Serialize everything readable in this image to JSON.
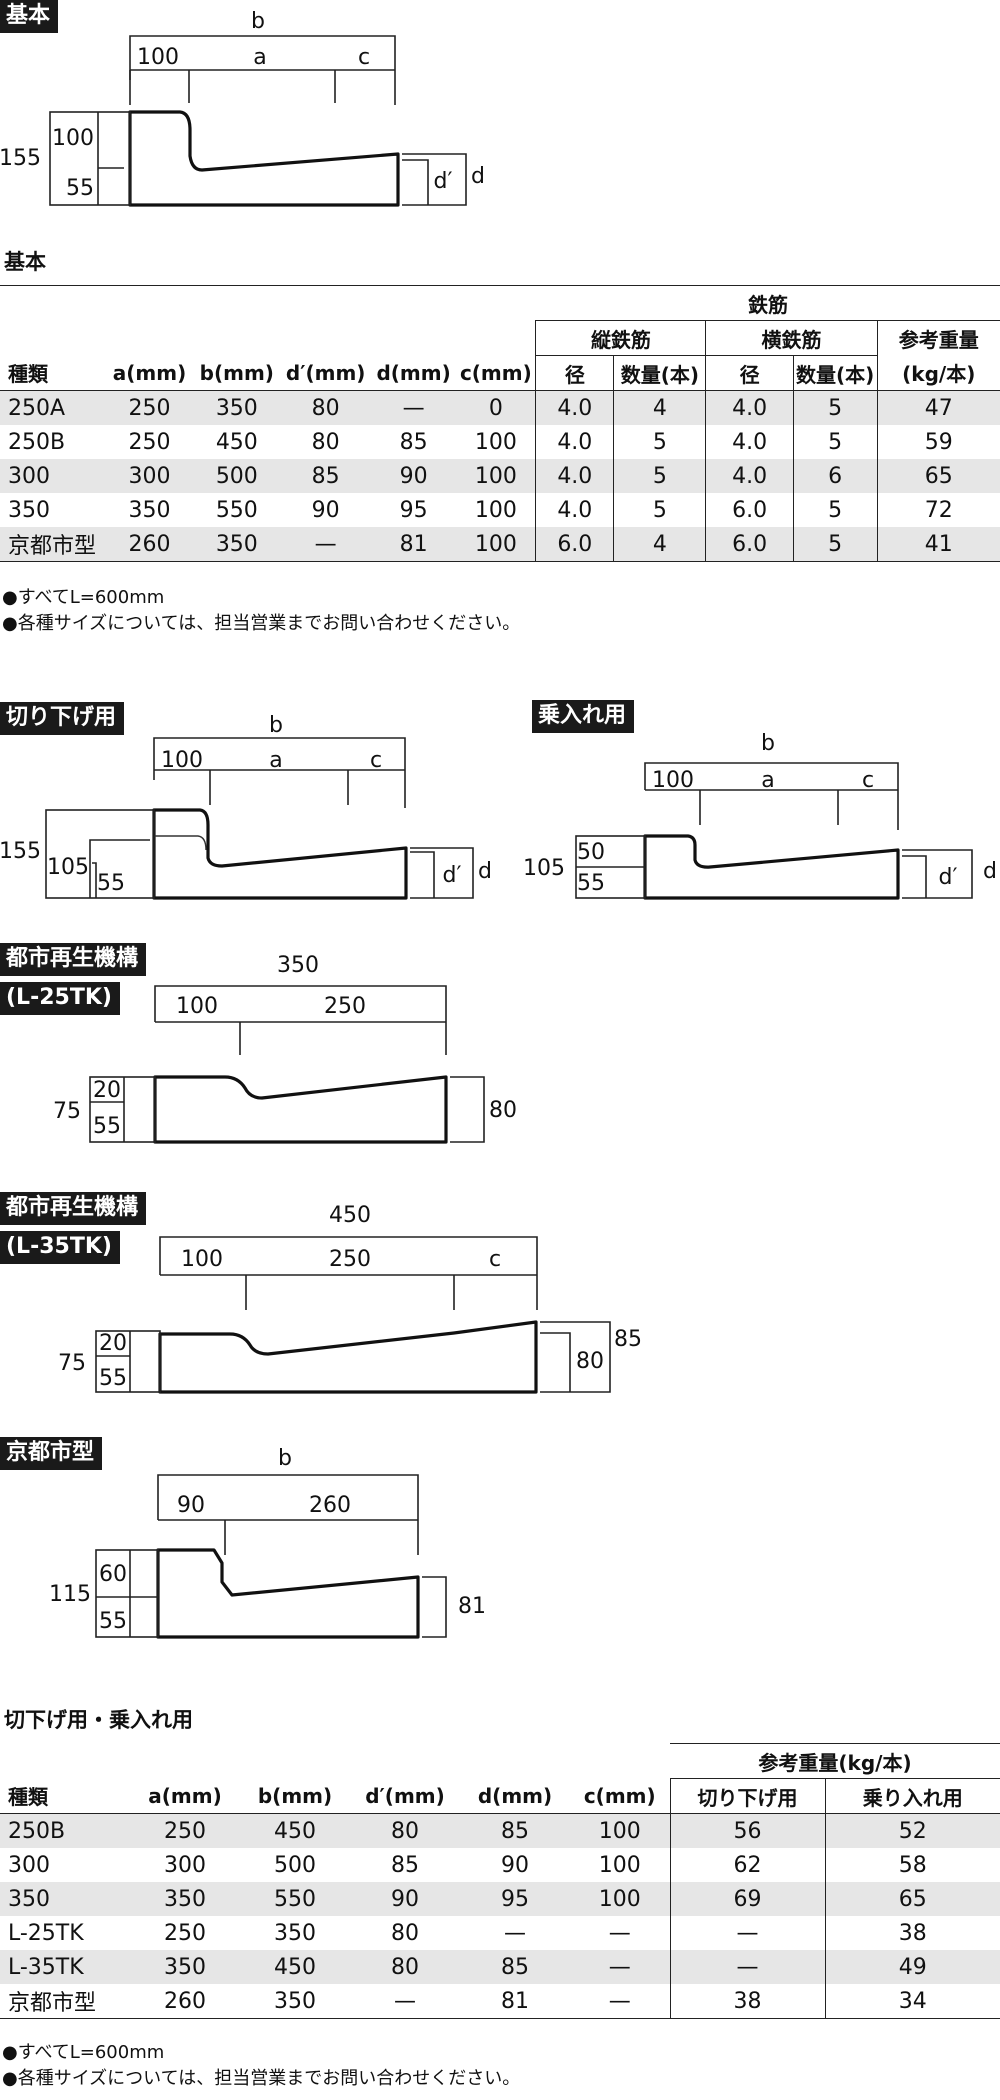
{
  "figures": {
    "kihon": {
      "tag": "基本",
      "b": "b",
      "w100": "100",
      "a": "a",
      "c": "c",
      "h155": "155",
      "h100": "100",
      "h55": "55",
      "dp": "d′",
      "d": "d"
    },
    "kirisage": {
      "tag": "切り下げ用",
      "b": "b",
      "w100": "100",
      "a": "a",
      "c": "c",
      "h155": "155",
      "h105": "105",
      "h55": "55",
      "dp": "d′",
      "d": "d"
    },
    "noriire": {
      "tag": "乗入れ用",
      "b": "b",
      "w100": "100",
      "a": "a",
      "c": "c",
      "h105": "105",
      "h50": "50",
      "h55": "55",
      "dp": "d′",
      "d": "d"
    },
    "l25": {
      "tag1": "都市再生機構",
      "tag2": "(L-25TK)",
      "w350": "350",
      "w100": "100",
      "w250": "250",
      "h75": "75",
      "h20": "20",
      "h55": "55",
      "h80": "80"
    },
    "l35": {
      "tag1": "都市再生機構",
      "tag2": "(L-35TK)",
      "w450": "450",
      "w100": "100",
      "w250": "250",
      "c": "c",
      "h75": "75",
      "h20": "20",
      "h55": "55",
      "h80": "80",
      "h85": "85"
    },
    "kyoto": {
      "tag": "京都市型",
      "b": "b",
      "w90": "90",
      "w260": "260",
      "h115": "115",
      "h60": "60",
      "h55": "55",
      "h81": "81"
    }
  },
  "table1": {
    "title": "基本",
    "h_tekkin": "鉄筋",
    "h_tate": "縦鉄筋",
    "h_yoko": "横鉄筋",
    "h_weight1": "参考重量",
    "h_weight2": "(kg/本)",
    "h_kind": "種類",
    "h_a": "a(mm)",
    "h_b": "b(mm)",
    "h_dp": "d′(mm)",
    "h_d": "d(mm)",
    "h_c": "c(mm)",
    "h_kei": "径",
    "h_count": "数量(本)",
    "h_kei2": "径",
    "h_count2": "数量(本)",
    "rows": [
      [
        "250A",
        "250",
        "350",
        "80",
        "—",
        "0",
        "4.0",
        "4",
        "4.0",
        "5",
        "47"
      ],
      [
        "250B",
        "250",
        "450",
        "80",
        "85",
        "100",
        "4.0",
        "5",
        "4.0",
        "5",
        "59"
      ],
      [
        "300",
        "300",
        "500",
        "85",
        "90",
        "100",
        "4.0",
        "5",
        "4.0",
        "6",
        "65"
      ],
      [
        "350",
        "350",
        "550",
        "90",
        "95",
        "100",
        "4.0",
        "5",
        "6.0",
        "5",
        "72"
      ],
      [
        "京都市型",
        "260",
        "350",
        "—",
        "81",
        "100",
        "6.0",
        "4",
        "6.0",
        "5",
        "41"
      ]
    ],
    "note1": "●すべてL=600mm",
    "note2": "●各種サイズについては、担当営業までお問い合わせください。"
  },
  "table2": {
    "title": "切下げ用・乗入れ用",
    "h_weight": "参考重量(kg/本)",
    "h_kind": "種類",
    "h_a": "a(mm)",
    "h_b": "b(mm)",
    "h_dp": "d′(mm)",
    "h_d": "d(mm)",
    "h_c": "c(mm)",
    "h_kirisage": "切り下げ用",
    "h_noriire": "乗り入れ用",
    "rows": [
      [
        "250B",
        "250",
        "450",
        "80",
        "85",
        "100",
        "56",
        "52"
      ],
      [
        "300",
        "300",
        "500",
        "85",
        "90",
        "100",
        "62",
        "58"
      ],
      [
        "350",
        "350",
        "550",
        "90",
        "95",
        "100",
        "69",
        "65"
      ],
      [
        "L-25TK",
        "250",
        "350",
        "80",
        "—",
        "—",
        "—",
        "38"
      ],
      [
        "L-35TK",
        "350",
        "450",
        "80",
        "85",
        "—",
        "—",
        "49"
      ],
      [
        "京都市型",
        "260",
        "350",
        "—",
        "81",
        "—",
        "38",
        "34"
      ]
    ],
    "note1": "●すべてL=600mm",
    "note2": "●各種サイズについては、担当営業までお問い合わせください。"
  }
}
